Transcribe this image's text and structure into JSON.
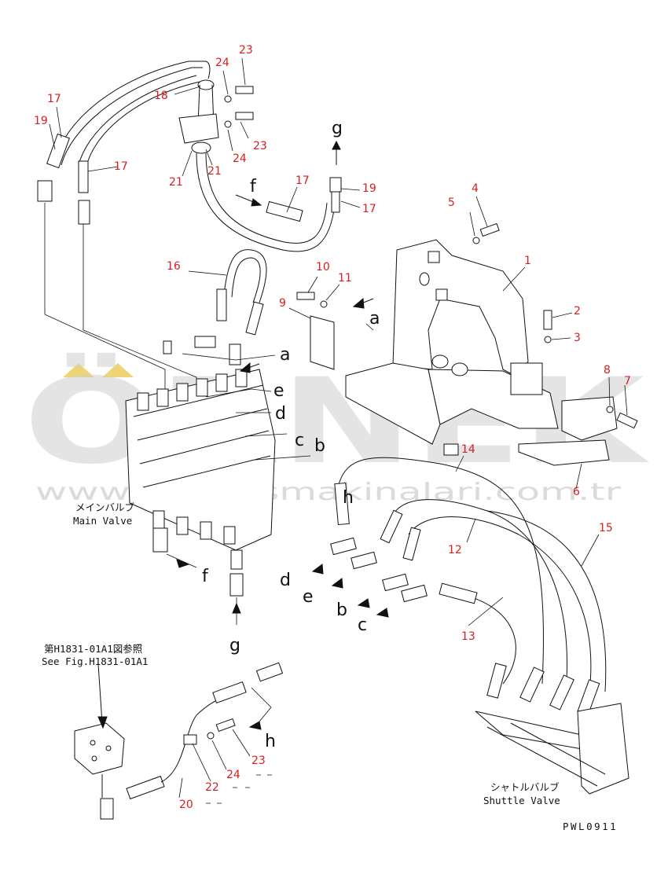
{
  "watermark": {
    "brand": "ÖRNEK",
    "url": "www.ornekismakinalari.com.tr"
  },
  "captions": {
    "main_valve_jp": "メインバルブ",
    "main_valve_en": "Main Valve",
    "shuttle_valve_jp": "シャトルバルブ",
    "shuttle_valve_en": "Shuttle Valve",
    "see_fig_jp": "第H1831-01A1図参照",
    "see_fig_en": "See Fig.H1831-01A1",
    "drawing_code": "PWL0911"
  },
  "part_numbers": [
    "23",
    "24",
    "18",
    "17",
    "19",
    "23",
    "24",
    "21",
    "21",
    "17",
    "17",
    "17",
    "19",
    "g",
    "5",
    "4",
    "1",
    "16",
    "10",
    "11",
    "9",
    "2",
    "3",
    "8",
    "7",
    "6",
    "14",
    "15",
    "12",
    "13",
    "20",
    "22",
    "24",
    "23"
  ],
  "letters": {
    "a1": "a",
    "a2": "a",
    "b1": "b",
    "b2": "b",
    "c1": "c",
    "c2": "c",
    "d1": "d",
    "d2": "d",
    "e1": "e",
    "e2": "e",
    "f1": "f",
    "f2": "f",
    "g1": "g",
    "g2": "g",
    "h1": "h",
    "h2": "h"
  },
  "labels": {
    "p23a": "23",
    "p24a": "24",
    "p18": "18",
    "p17a": "17",
    "p19a": "19",
    "p23b": "23",
    "p24b": "24",
    "p21a": "21",
    "p21b": "21",
    "p17b": "17",
    "p17c": "17",
    "p17d": "17",
    "p19b": "19",
    "p5": "5",
    "p4": "4",
    "p1": "1",
    "p16": "16",
    "p10": "10",
    "p11": "11",
    "p9": "9",
    "p2": "2",
    "p3": "3",
    "p8": "8",
    "p7": "7",
    "p6": "6",
    "p14": "14",
    "p15": "15",
    "p12": "12",
    "p13": "13",
    "p20": "20",
    "p22": "22",
    "p24c": "24",
    "p23c": "23"
  },
  "colors": {
    "part_number": "#d61f1f",
    "line": "#111111",
    "watermark": "#cfcfcf",
    "accent": "#e8c23a"
  }
}
